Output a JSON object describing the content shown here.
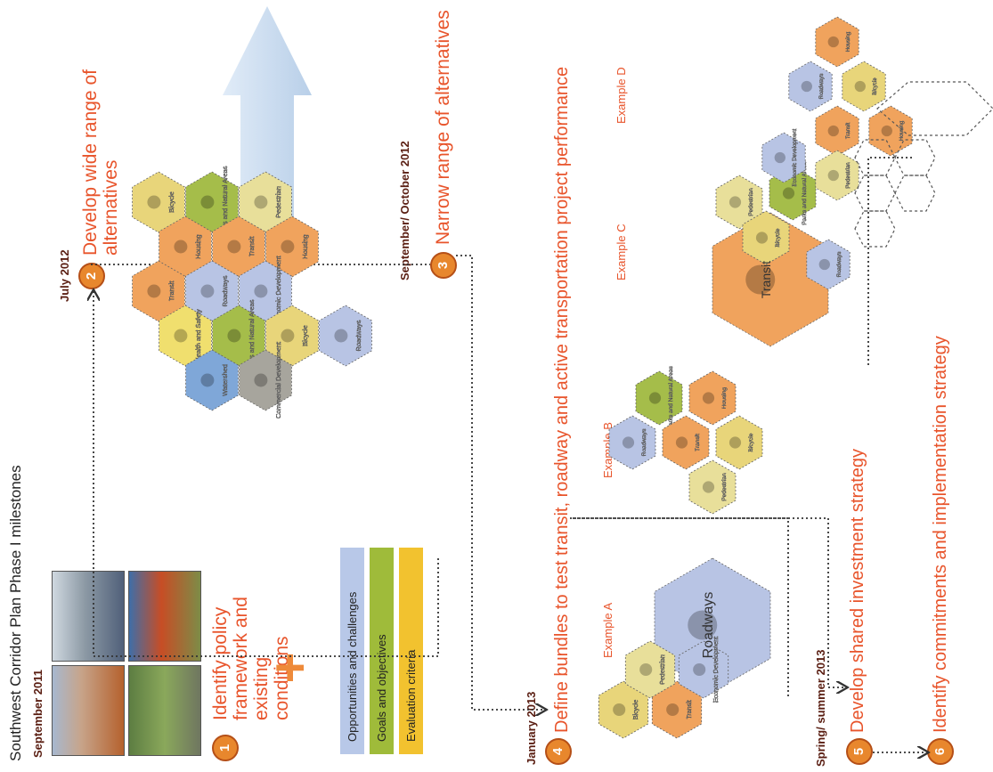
{
  "title": "Southwest Corridor Plan Phase I milestones",
  "milestones": [
    {
      "date": "September 2011",
      "number": "1",
      "title": "Identify policy framework and existing conditions"
    },
    {
      "date": "July 2012",
      "number": "2",
      "title": "Develop wide range of alternatives"
    },
    {
      "date": "September/ October 2012",
      "number": "3",
      "title": "Narrow range of alternatives"
    },
    {
      "date": "January 2013",
      "number": "4",
      "title": "Define bundles to test transit, roadway and active transportation project performance"
    },
    {
      "date": "Spring/ summer 2013",
      "number": "5",
      "title": "Develop shared investment strategy"
    },
    {
      "date": "",
      "number": "6",
      "title": "Identify commitments and implementation strategy"
    }
  ],
  "phase1_bars": [
    "Opportunities and challenges",
    "Goals and objectives",
    "Evaluation criteria"
  ],
  "plus_sign": "+",
  "examples": [
    "Example A",
    "Example B",
    "Example C",
    "Example D"
  ],
  "hex_labels": {
    "bicycle": "Bicycle",
    "pedestrian": "Pedestrian",
    "housing": "Housing",
    "transit": "Transit",
    "roadways": "Roadways",
    "economic": "Economic Development",
    "health": "Health and Safety",
    "parks": "Parks and Natural Areas",
    "commercial": "Commercial Development",
    "watershed": "Watershed",
    "tstrip": "Transit",
    "rbig": "Roadways"
  },
  "colors": {
    "accent": "#e8542b",
    "circle": "#e8872d",
    "bar_opportunities": "#b8c8e8",
    "bar_goals": "#9fbb3a",
    "bar_evaluation": "#f2c22f",
    "dotted_line": "#333333",
    "arrow": "#9fc0e6"
  },
  "icons": [
    "building-photo-icon",
    "houses-photo-icon",
    "street-photo-icon",
    "tree-photo-icon",
    "bicycle-icon",
    "pedestrian-icon",
    "house-icon",
    "bus-icon",
    "car-icon",
    "dollar-icon",
    "health-cross-icon",
    "trees-icon",
    "factory-icon",
    "water-icon"
  ]
}
